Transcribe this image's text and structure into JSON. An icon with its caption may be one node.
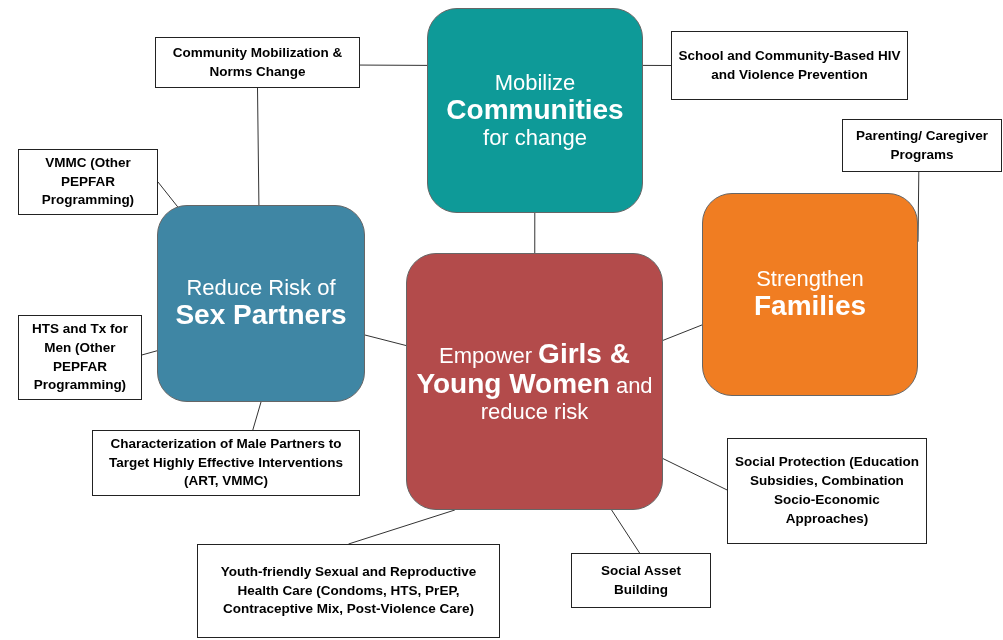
{
  "diagram": {
    "nodes": [
      {
        "text": [
          "Mobilize **Communities** for change"
        ]
      },
      {
        "text": [
          "Reduce Risk of **Sex Partners**"
        ]
      },
      {
        "text": [
          "Empower **Girls & Young Women** and reduce risk"
        ]
      },
      {
        "text": [
          "Strengthen **Families**"
        ]
      },
      {
        "text": [
          "Community Mobilization & Norms Change"
        ]
      },
      {
        "text": [
          "School and Community-Based HIV and Violence Prevention"
        ]
      },
      {
        "text": [
          "Parenting/ Caregiver Programs"
        ]
      },
      {
        "text": [
          "VMMC (Other PEPFAR Programming)"
        ]
      },
      {
        "text": [
          "HTS and Tx for Men (Other PEPFAR Programming)"
        ]
      },
      {
        "text": [
          "Characterization of Male Partners to Target Highly Effective Interventions (ART, VMMC)"
        ]
      },
      {
        "text": [
          "Social Protection (Education Subsidies, Combination Socio-Economic Approaches)"
        ]
      },
      {
        "text": [
          "Social Asset Building"
        ]
      },
      {
        "text": [
          "Youth-friendly Sexual and Reproductive Health Care (Condoms, HTS, PrEP, Contraceptive Mix, Post-Violence Care)"
        ]
      }
    ],
    "edges": [
      {
        "from": 4,
        "to": 0,
        "arrow": "none"
      },
      {
        "from": 4,
        "to": 1,
        "arrow": "none"
      },
      {
        "from": 5,
        "to": 0,
        "arrow": "none"
      },
      {
        "from": 6,
        "to": 3,
        "arrow": "none"
      },
      {
        "from": 7,
        "to": 1,
        "arrow": "none"
      },
      {
        "from": 8,
        "to": 1,
        "arrow": "none"
      },
      {
        "from": 9,
        "to": 1,
        "arrow": "none"
      },
      {
        "from": 0,
        "to": 2,
        "arrow": "none"
      },
      {
        "from": 1,
        "to": 2,
        "arrow": "none"
      },
      {
        "from": 3,
        "to": 2,
        "arrow": "none"
      },
      {
        "from": 10,
        "to": 2,
        "arrow": "none"
      },
      {
        "from": 11,
        "to": 2,
        "arrow": "none"
      },
      {
        "from": 12,
        "to": 2,
        "arrow": "none"
      }
    ]
  }
}
